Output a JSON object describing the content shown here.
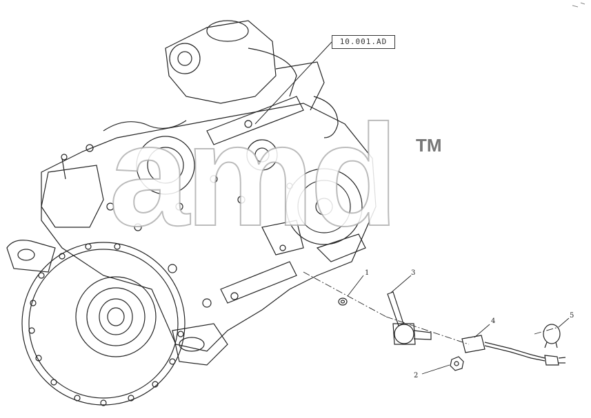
{
  "reference_label": "10.001.AD",
  "callouts": {
    "c1": "1",
    "c2": "2",
    "c3": "3",
    "c4": "4",
    "c5": "5"
  },
  "watermark": {
    "text": "amd",
    "tm": "TM",
    "color": "#b0b0b0"
  },
  "line_color": "#222222"
}
